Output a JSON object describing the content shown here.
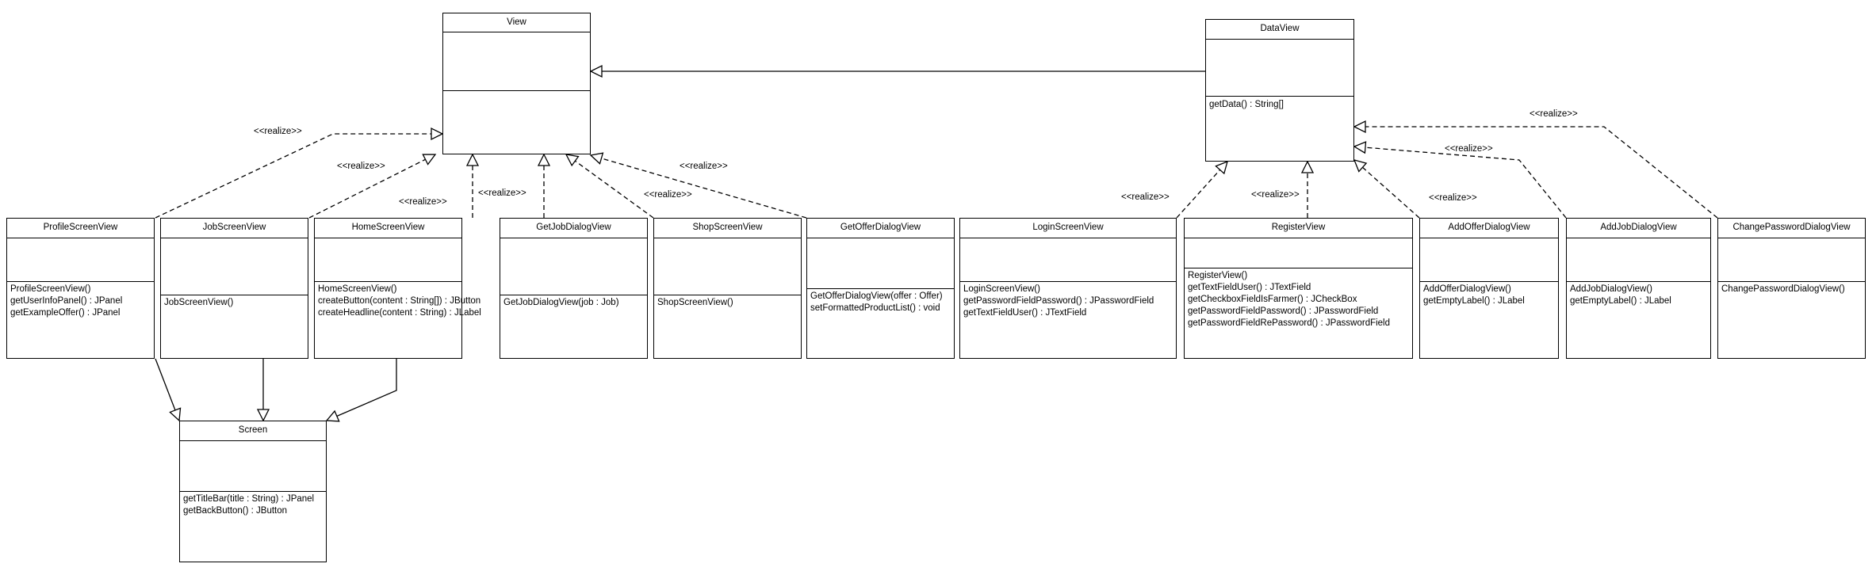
{
  "realize_label": "<<realize>>",
  "classes": {
    "view": {
      "name": "View",
      "operations": []
    },
    "data_view": {
      "name": "DataView",
      "operations": [
        "getData() : String[]"
      ]
    },
    "profile_screen_view": {
      "name": "ProfileScreenView",
      "operations": [
        "ProfileScreenView()",
        "getUserInfoPanel() : JPanel",
        "getExampleOffer() : JPanel"
      ]
    },
    "job_screen_view": {
      "name": "JobScreenView",
      "operations": [
        "JobScreenView()"
      ]
    },
    "home_screen_view": {
      "name": "HomeScreenView",
      "operations": [
        "HomeScreenView()",
        "createButton(content : String[]) : JButton",
        "createHeadline(content : String) : JLabel"
      ]
    },
    "get_job_dialog_view": {
      "name": "GetJobDialogView",
      "operations": [
        "GetJobDialogView(job : Job)"
      ]
    },
    "shop_screen_view": {
      "name": "ShopScreenView",
      "operations": [
        "ShopScreenView()"
      ]
    },
    "get_offer_dialog_view": {
      "name": "GetOfferDialogView",
      "operations": [
        "GetOfferDialogView(offer : Offer)",
        "setFormattedProductList() : void"
      ]
    },
    "login_screen_view": {
      "name": "LoginScreenView",
      "operations": [
        "LoginScreenView()",
        "getPasswordFieldPassword() : JPasswordField",
        "getTextFieldUser() : JTextField"
      ]
    },
    "register_view": {
      "name": "RegisterView",
      "operations": [
        "RegisterView()",
        "getTextFieldUser() : JTextField",
        "getCheckboxFieldIsFarmer() : JCheckBox",
        "getPasswordFieldPassword() : JPasswordField",
        "getPasswordFieldRePassword() : JPasswordField"
      ]
    },
    "add_offer_dialog_view": {
      "name": "AddOfferDialogView",
      "operations": [
        "AddOfferDialogView()",
        "getEmptyLabel() : JLabel"
      ]
    },
    "add_job_dialog_view": {
      "name": "AddJobDialogView",
      "operations": [
        "AddJobDialogView()",
        "getEmptyLabel() : JLabel"
      ]
    },
    "change_password_dialog_view": {
      "name": "ChangePasswordDialogView",
      "operations": [
        "ChangePasswordDialogView()"
      ]
    },
    "screen": {
      "name": "Screen",
      "operations": [
        "getTitleBar(title : String) : JPanel",
        "getBackButton() : JButton"
      ]
    }
  }
}
